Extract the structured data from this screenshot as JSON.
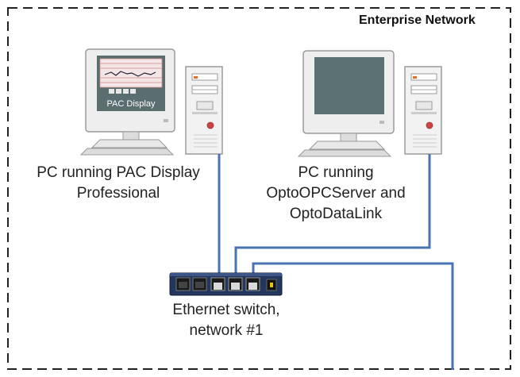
{
  "network": {
    "title": "Enterprise Network"
  },
  "nodes": {
    "pc1": {
      "label_line1": "PC running PAC Display",
      "label_line2": "Professional",
      "screen_caption": "PAC Display"
    },
    "pc2": {
      "label_line1": "PC running",
      "label_line2": "OptoOPCServer and",
      "label_line3": "OptoDataLink"
    },
    "switch": {
      "label_line1": "Ethernet switch,",
      "label_line2": "network #1"
    }
  },
  "colors": {
    "cable": "#4a73b5",
    "border": "#222222",
    "switch_body": "#23365e"
  }
}
